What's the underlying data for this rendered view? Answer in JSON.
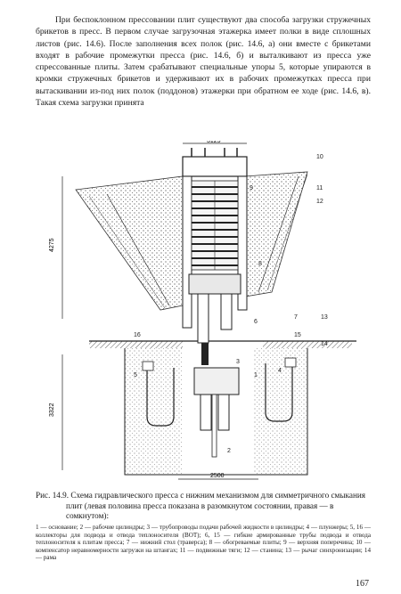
{
  "body_text": "При беспоклонном прессовании плит существуют два способа загрузки стружечных брикетов в пресс. В первом случае загрузочная этажерка имеет полки в виде сплошных листов (рис. 14.6). После заполнения всех полок (рис. 14.6, а) они вместе с брикетами входят в рабочие промежутки пресса (рис. 14.6, б) и выталкивают из пресса уже спрессованные плиты. Затем срабатывают специальные упоры 5, которые упираются в кромки стружечных брикетов и удерживают их в рабочих промежутках пресса при вытаскивании из-под них полок (поддонов) этажерки при обратном ее ходе (рис. 14.6, в). Такая схема загрузки принята",
  "figure": {
    "dimension_top": "3125",
    "dimension_height_upper": "4275",
    "dimension_height_lower": "3322",
    "dimension_bottom": "2500",
    "callouts": [
      "1",
      "2",
      "3",
      "4",
      "5",
      "6",
      "7",
      "8",
      "9",
      "10",
      "11",
      "12",
      "13",
      "14",
      "15",
      "16"
    ]
  },
  "caption": {
    "title": "Рис. 14.9. Схема гидравлического пресса с нижним механизмом для симметричного смыкания плит (левая половина пресса показана в разомкнутом состоянии, правая — в сомкнутом):",
    "legend": "1 — основание; 2 — рабочие цилиндры; 3 — трубопроводы подачи рабочей жидкости в цилиндры; 4 — плунжеры; 5, 16 — коллекторы для подвода и отвода теплоносителя (ВОТ); 6, 15 — гибкие армированные трубы подвода и отвода теплоносителя к плитам пресса; 7 — нижний стол (траверса); 8 — обогреваемые плиты; 9 — верхняя поперечина; 10 — компенсатор неравномерности загрузки на штангах; 11 — подвижные тяги; 12 — станина; 13 — рычаг синхронизации; 14 — рама"
  },
  "page_number": "167"
}
